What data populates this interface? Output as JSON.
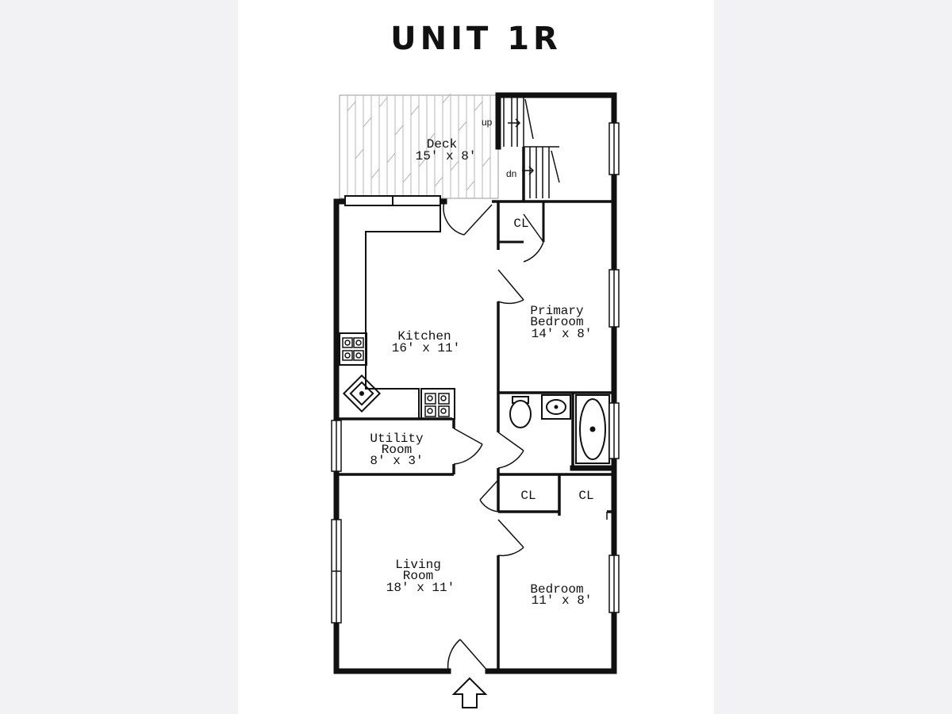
{
  "title": "UNIT 1R",
  "stairs": {
    "up_label": "up",
    "down_label": "dn"
  },
  "rooms": {
    "deck": {
      "name": "Deck",
      "size": "15' x 8'"
    },
    "kitchen": {
      "name": "Kitchen",
      "size": "16' x 11'"
    },
    "primary_bedroom": {
      "name_line1": "Primary",
      "name_line2": "Bedroom",
      "size": "14' x 8'"
    },
    "utility_room": {
      "name_line1": "Utility",
      "name_line2": "Room",
      "size": "8' x 3'"
    },
    "living_room": {
      "name_line1": "Living",
      "name_line2": "Room",
      "size": "18' x 11'"
    },
    "bedroom": {
      "name": "Bedroom",
      "size": "11' x 8'"
    }
  },
  "closets": {
    "primary": "CL",
    "hall": "CL",
    "bedroom": "CL"
  }
}
